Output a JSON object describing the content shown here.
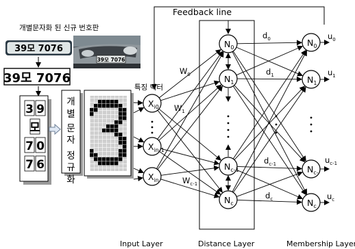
{
  "photo_caption": "개별문자화 된 신규 번호판",
  "plate_small": "39모 7076",
  "plate_car": "39모 7076",
  "plate_big": "39모 7076",
  "segmented_chars": [
    "3",
    "9",
    "모",
    "7",
    "0",
    "7",
    "6"
  ],
  "normalize_label": [
    "개",
    "별",
    "문",
    "자",
    "정",
    "규",
    "화"
  ],
  "feature_vector_label": "특징 벡터",
  "feedback_label": "Feedback line",
  "input_nodes": [
    {
      "main": "X",
      "sub": "i0"
    },
    {
      "main": "X",
      "sub": "in-1"
    },
    {
      "main": "X",
      "sub": "in"
    }
  ],
  "distance_nodes": [
    {
      "main": "N",
      "sub": "0"
    },
    {
      "main": "N",
      "sub": "1"
    },
    {
      "main": "N",
      "sub": "c-1"
    },
    {
      "main": "N",
      "sub": "c"
    }
  ],
  "membership_nodes": [
    {
      "main": "N",
      "sub": "0"
    },
    {
      "main": "N",
      "sub": "1"
    },
    {
      "main": "N",
      "sub": "c-"
    },
    {
      "main": "N",
      "sub": "c"
    }
  ],
  "weights": [
    {
      "main": "W",
      "sub": "0"
    },
    {
      "main": "W",
      "sub": "1"
    },
    {
      "main": "W",
      "sub": "c-1"
    }
  ],
  "distances": [
    {
      "main": "d",
      "sub": "0"
    },
    {
      "main": "d",
      "sub": "1"
    },
    {
      "main": "d",
      "sub": "c-1"
    },
    {
      "main": "d",
      "sub": "c"
    }
  ],
  "outputs": [
    {
      "main": "u",
      "sub": "0"
    },
    {
      "main": "u",
      "sub": "1"
    },
    {
      "main": "u",
      "sub": "c-1"
    },
    {
      "main": "u",
      "sub": "c"
    }
  ],
  "layer_labels": [
    "Input Layer",
    "Distance Layer",
    "Membership Layer"
  ],
  "glyph_large": "3"
}
